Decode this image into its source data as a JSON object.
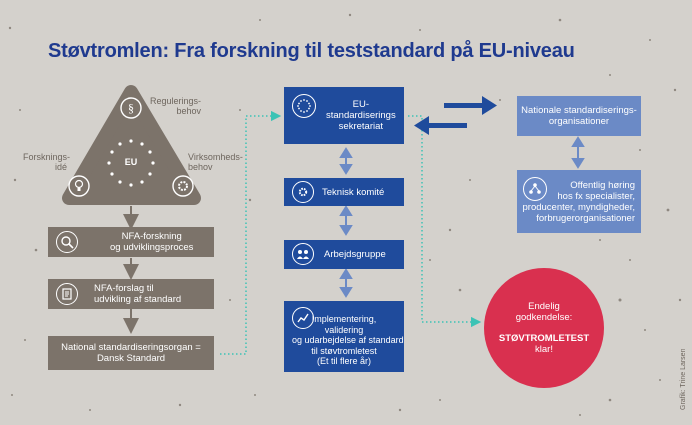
{
  "title": "Støvtromlen: Fra forskning til teststandard på EU-niveau",
  "triangle": {
    "center_label": "EU",
    "top_label": "Regulerings-\nbehov",
    "left_label": "Forsknings-\nidé",
    "right_label": "Virksomheds-\nbehov",
    "top_icon": "paragraph-icon",
    "left_icon": "lightbulb-icon",
    "right_icon": "gear-icon"
  },
  "grey_steps": [
    {
      "label": "NFA-forskning\nog udviklingsproces",
      "icon": "magnifier-gear-icon"
    },
    {
      "label": "NFA-forslag til\nudvikling af standard",
      "icon": "document-icon"
    },
    {
      "label": "National standardiseringsorgan =\nDansk Standard"
    }
  ],
  "blue_steps": [
    {
      "label": "EU-\nstandardiserings\nsekretariat",
      "icon": "eu-stars-icon"
    },
    {
      "label": "Teknisk komité",
      "icon": "gear-icon"
    },
    {
      "label": "Arbejdsgruppe",
      "icon": "people-icon"
    },
    {
      "label": "Implementering,\nvalidering\nog udarbejdelse af standard\ntil støvtromletest\n(Et til flere år)",
      "icon": "chart-line-icon"
    }
  ],
  "national_box": {
    "label": "Nationale standardiserings-\norganisationer"
  },
  "hearing_box": {
    "label": "Offentlig høring\nhos fx specialister,\nproducenter, myndigheder,\nforbrugerorganisationer",
    "icon": "network-people-icon"
  },
  "final": {
    "line1": "Endelig\ngodkendelse:",
    "line2": "STØVTROMLETEST",
    "line3": "klar!"
  },
  "credit": "Grafik: Trine Larsen",
  "colors": {
    "title": "#1f3a8f",
    "grey": "#7c736a",
    "blue": "#1f4b9c",
    "light_blue": "#6b8ac6",
    "red": "#d9304f",
    "teal": "#3cc3b5",
    "background": "#d4d1cc"
  }
}
